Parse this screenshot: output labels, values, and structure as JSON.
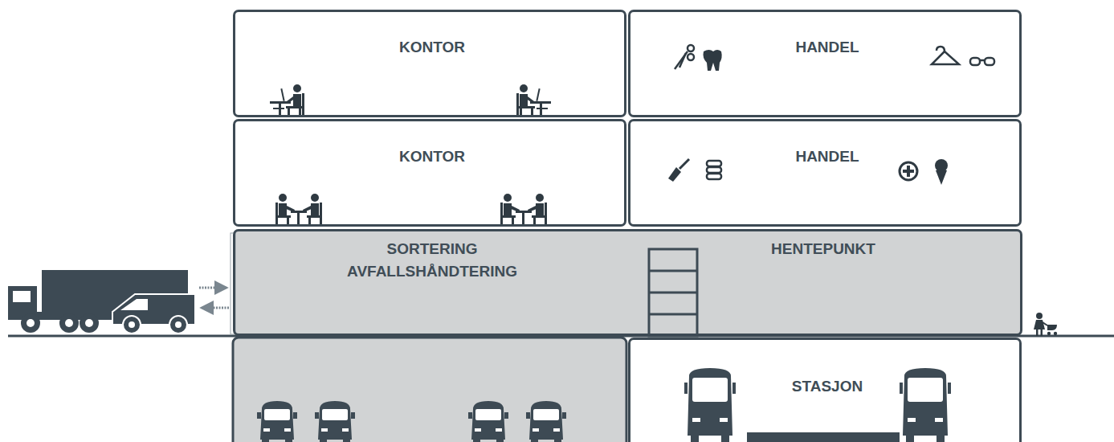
{
  "diagram": {
    "nodes": [
      {
        "text": [
          "KONTOR"
        ]
      },
      {
        "text": [
          "HANDEL"
        ]
      },
      {
        "text": [
          "KONTOR"
        ]
      },
      {
        "text": [
          "HANDEL"
        ]
      },
      {
        "text": [
          "SORTERING AVFALLSHÅNDTERING",
          "HENTEPUNKT"
        ]
      },
      {
        "text": [
          "STASJON"
        ]
      }
    ]
  }
}
